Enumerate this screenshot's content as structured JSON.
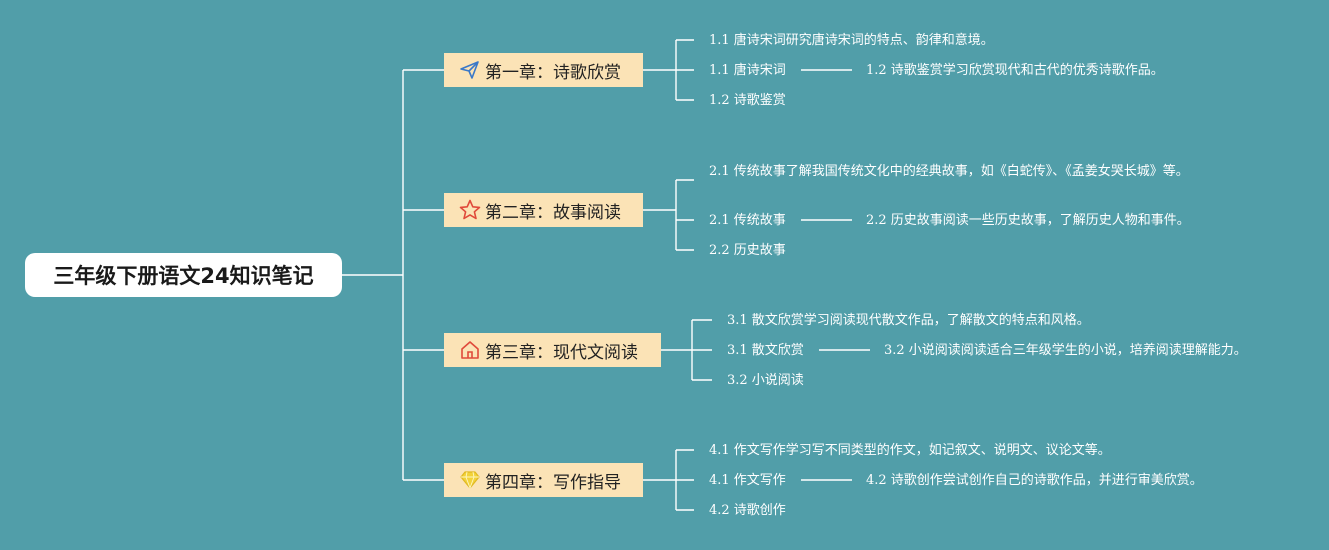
{
  "root": {
    "title": "三年级下册语文24知识笔记"
  },
  "chapters": [
    {
      "title": "第一章：诗歌欣赏",
      "icon": "paper-plane-icon",
      "items": [
        "1.1 唐诗宋词研究唐诗宋词的特点、韵律和意境。",
        "1.1 唐诗宋词",
        "1.2 诗歌鉴赏学习欣赏现代和古代的优秀诗歌作品。",
        "1.2 诗歌鉴赏"
      ]
    },
    {
      "title": "第二章：故事阅读",
      "icon": "star-icon",
      "items": [
        "2.1 传统故事了解我国传统文化中的经典故事，如《白蛇传》、《孟姜女哭长城》等。",
        "2.1 传统故事",
        "2.2 历史故事阅读一些历史故事，了解历史人物和事件。",
        "2.2 历史故事"
      ]
    },
    {
      "title": "第三章：现代文阅读",
      "icon": "home-icon",
      "items": [
        "3.1 散文欣赏学习阅读现代散文作品，了解散文的特点和风格。",
        "3.1 散文欣赏",
        "3.2 小说阅读阅读适合三年级学生的小说，培养阅读理解能力。",
        "3.2 小说阅读"
      ]
    },
    {
      "title": "第四章：写作指导",
      "icon": "diamond-icon",
      "items": [
        "4.1 作文写作学习写不同类型的作文，如记叙文、说明文、议论文等。",
        "4.1 作文写作",
        "4.2 诗歌创作尝试创作自己的诗歌作品，并进行审美欣赏。",
        "4.2 诗歌创作"
      ]
    }
  ],
  "colors": {
    "background": "#519ea9",
    "chapter_fill": "#fbe3b6",
    "icon_blue": "#3a78c8",
    "icon_red": "#e04a3a",
    "icon_yellow": "#f2d23a"
  }
}
